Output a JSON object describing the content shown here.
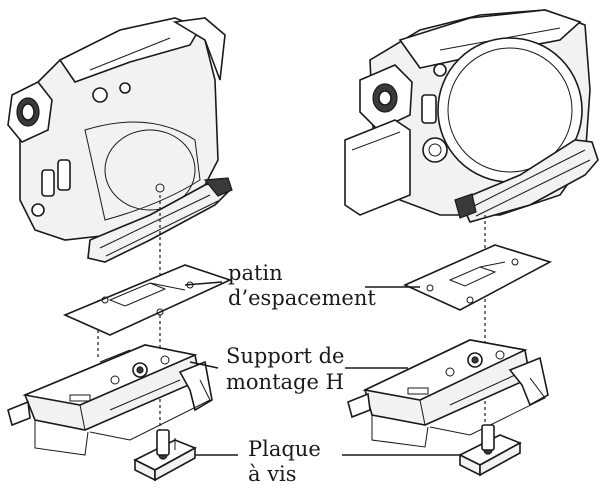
{
  "labels": {
    "spacer": [
      "patin",
      "d’espacement"
    ],
    "mount": [
      "Support de",
      "montage H"
    ],
    "plate": [
      "Plaque",
      "à vis"
    ]
  }
}
